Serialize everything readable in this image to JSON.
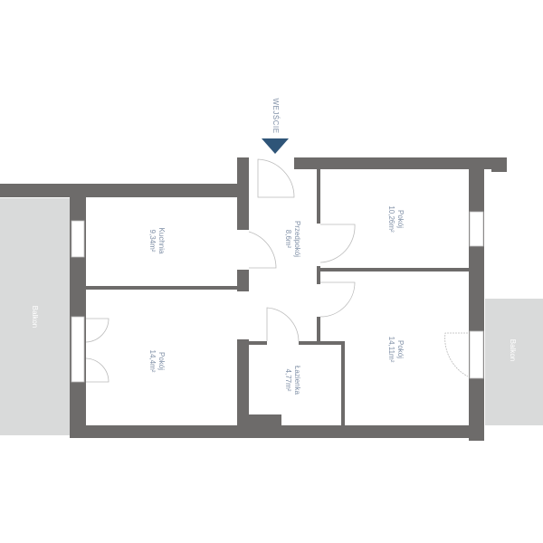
{
  "entrance": {
    "label": "WEJŚCIE",
    "arrow_color": "#2f5578"
  },
  "colors": {
    "wall": "#6d6b6a",
    "balcony": "#d9dada",
    "text": "#7f8fa6"
  },
  "rooms": [
    {
      "name": "Kuchnia",
      "area": "9,34m²"
    },
    {
      "name": "Przedpokój",
      "area": "8,6m²"
    },
    {
      "name": "Pokój",
      "area": "10,26m²"
    },
    {
      "name": "Pokój",
      "area": "14,4m²"
    },
    {
      "name": "Łazienka",
      "area": "4,77m²"
    },
    {
      "name": "Pokój",
      "area": "14,11m²"
    }
  ],
  "balconies": [
    {
      "label": "Balkon"
    },
    {
      "label": "Balkon"
    }
  ]
}
